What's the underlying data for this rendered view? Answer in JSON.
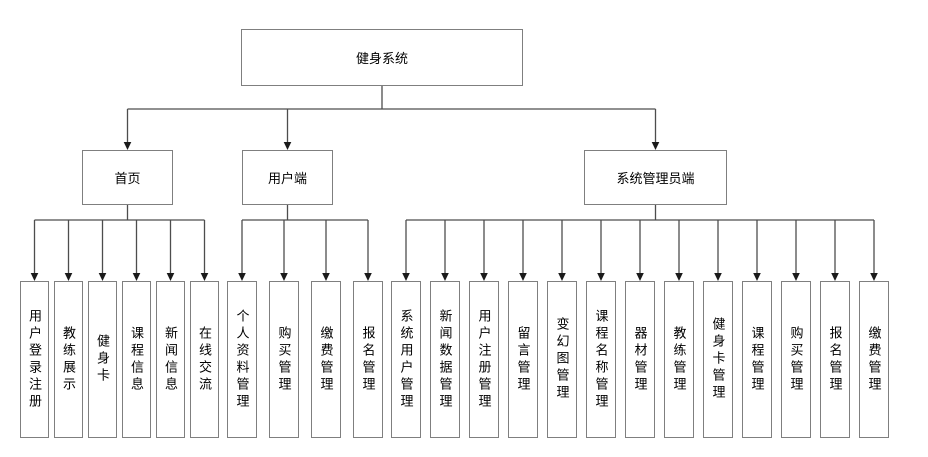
{
  "diagram": {
    "root": {
      "label": "健身系统"
    },
    "branches": [
      {
        "label": "首页",
        "children": [
          "用户登录注册",
          "教练展示",
          "健身卡",
          "课程信息",
          "新闻信息",
          "在线交流"
        ]
      },
      {
        "label": "用户端",
        "children": [
          "个人资料管理",
          "购买管理",
          "缴费管理",
          "报名管理"
        ]
      },
      {
        "label": "系统管理员端",
        "children": [
          "系统用户管理",
          "新闻数据管理",
          "用户注册管理",
          "留言管理",
          "变幻图管理",
          "课程名称管理",
          "器材管理",
          "教练管理",
          "健身卡管理",
          "课程管理",
          "购买管理",
          "报名管理",
          "缴费管理"
        ]
      }
    ],
    "colors": {
      "background": "#ffffff",
      "box_border": "#7f7f7f",
      "connector_line": "#4d4d4d",
      "arrowhead": "#1a1a1a",
      "text": "#000000"
    }
  }
}
